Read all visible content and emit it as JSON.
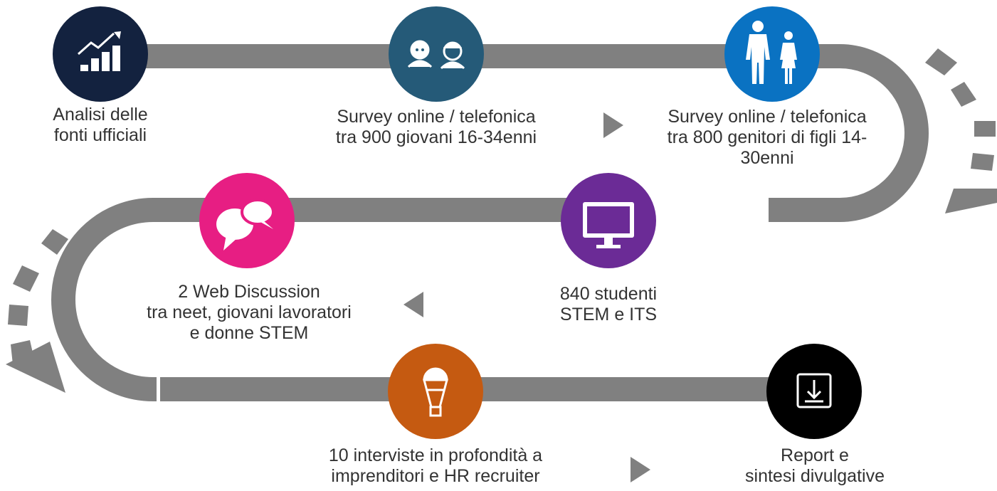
{
  "colors": {
    "track": "#808080",
    "background": "#ffffff",
    "text": "#333333",
    "step1": "#13223F",
    "step2": "#255A78",
    "step3": "#0A72C2",
    "step4": "#6B2B96",
    "step5": "#E71E83",
    "step6": "#C55A11",
    "step7": "#000000"
  },
  "steps": [
    {
      "id": "analisi",
      "icon": "chart-growth-icon",
      "lines": [
        "Analisi delle",
        "fonti ufficiali"
      ]
    },
    {
      "id": "survey-giovani",
      "icon": "two-faces-icon",
      "lines": [
        "Survey online / telefonica",
        "tra 900 giovani 16-34enni"
      ]
    },
    {
      "id": "survey-genitori",
      "icon": "parent-child-icon",
      "lines": [
        "Survey online / telefonica",
        "tra 800 genitori di figli 14-",
        "30enni"
      ]
    },
    {
      "id": "studenti",
      "icon": "monitor-icon",
      "lines": [
        "840 studenti",
        "STEM e ITS"
      ]
    },
    {
      "id": "web-discussion",
      "icon": "chat-bubbles-icon",
      "lines": [
        "2 Web Discussion",
        "tra neet, giovani lavoratori",
        "e donne STEM"
      ]
    },
    {
      "id": "interviste",
      "icon": "microphone-icon",
      "lines": [
        "10 interviste in profondità a",
        "imprenditori e HR recruiter"
      ]
    },
    {
      "id": "report",
      "icon": "download-icon",
      "lines": [
        "Report e",
        "sintesi divulgative"
      ]
    }
  ]
}
